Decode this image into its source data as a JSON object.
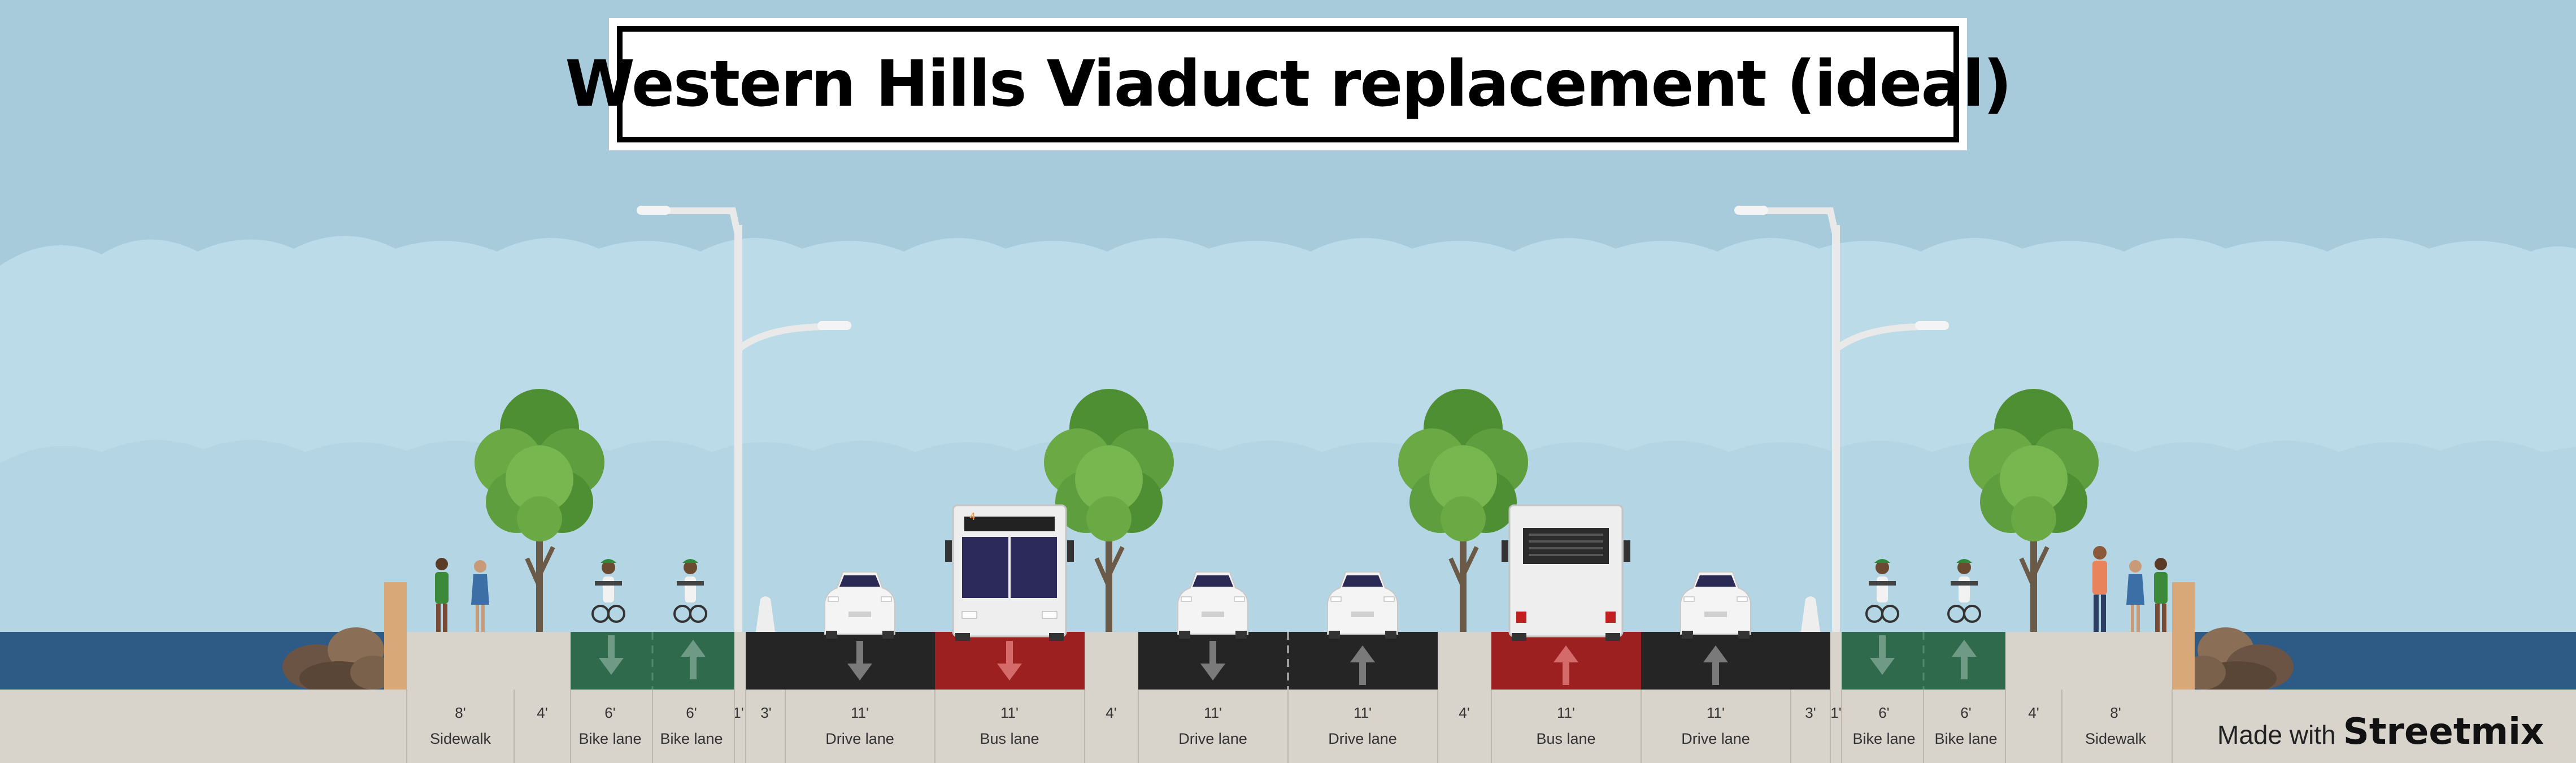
{
  "title": "Western Hills Viaduct replacement (ideal)",
  "branding": {
    "made_with": "Made with",
    "brand": "Streetmix"
  },
  "segments": [
    {
      "width": "8'",
      "name": "Sidewalk"
    },
    {
      "width": "4'",
      "name": ""
    },
    {
      "width": "6'",
      "name": "Bike lane",
      "direction": "down"
    },
    {
      "width": "6'",
      "name": "Bike lane",
      "direction": "up"
    },
    {
      "width": "1'",
      "name": ""
    },
    {
      "width": "3'",
      "name": ""
    },
    {
      "width": "11'",
      "name": "Drive lane",
      "direction": "down"
    },
    {
      "width": "11'",
      "name": "Bus lane",
      "direction": "down"
    },
    {
      "width": "4'",
      "name": ""
    },
    {
      "width": "11'",
      "name": "Drive lane",
      "direction": "down"
    },
    {
      "width": "11'",
      "name": "Drive lane",
      "direction": "up"
    },
    {
      "width": "4'",
      "name": ""
    },
    {
      "width": "11'",
      "name": "Bus lane",
      "direction": "up"
    },
    {
      "width": "11'",
      "name": "Drive lane",
      "direction": "up"
    },
    {
      "width": "3'",
      "name": ""
    },
    {
      "width": "1'",
      "name": ""
    },
    {
      "width": "6'",
      "name": "Bike lane",
      "direction": "down"
    },
    {
      "width": "6'",
      "name": "Bike lane",
      "direction": "up"
    },
    {
      "width": "4'",
      "name": ""
    },
    {
      "width": "8'",
      "name": "Sidewalk"
    }
  ],
  "colors": {
    "sky": "#a6cbdc",
    "cloud": "#bcdbe8",
    "water": "#2e5a86",
    "bike_lane": "#2f6a4c",
    "drive_lane": "#252525",
    "bus_lane": "#9d2020",
    "sidewalk": "#d8d3cb",
    "tree": "#5e9e3e",
    "pole": "#e8e8e8",
    "bus": "#eeeeee"
  },
  "bus_route_number": "4"
}
